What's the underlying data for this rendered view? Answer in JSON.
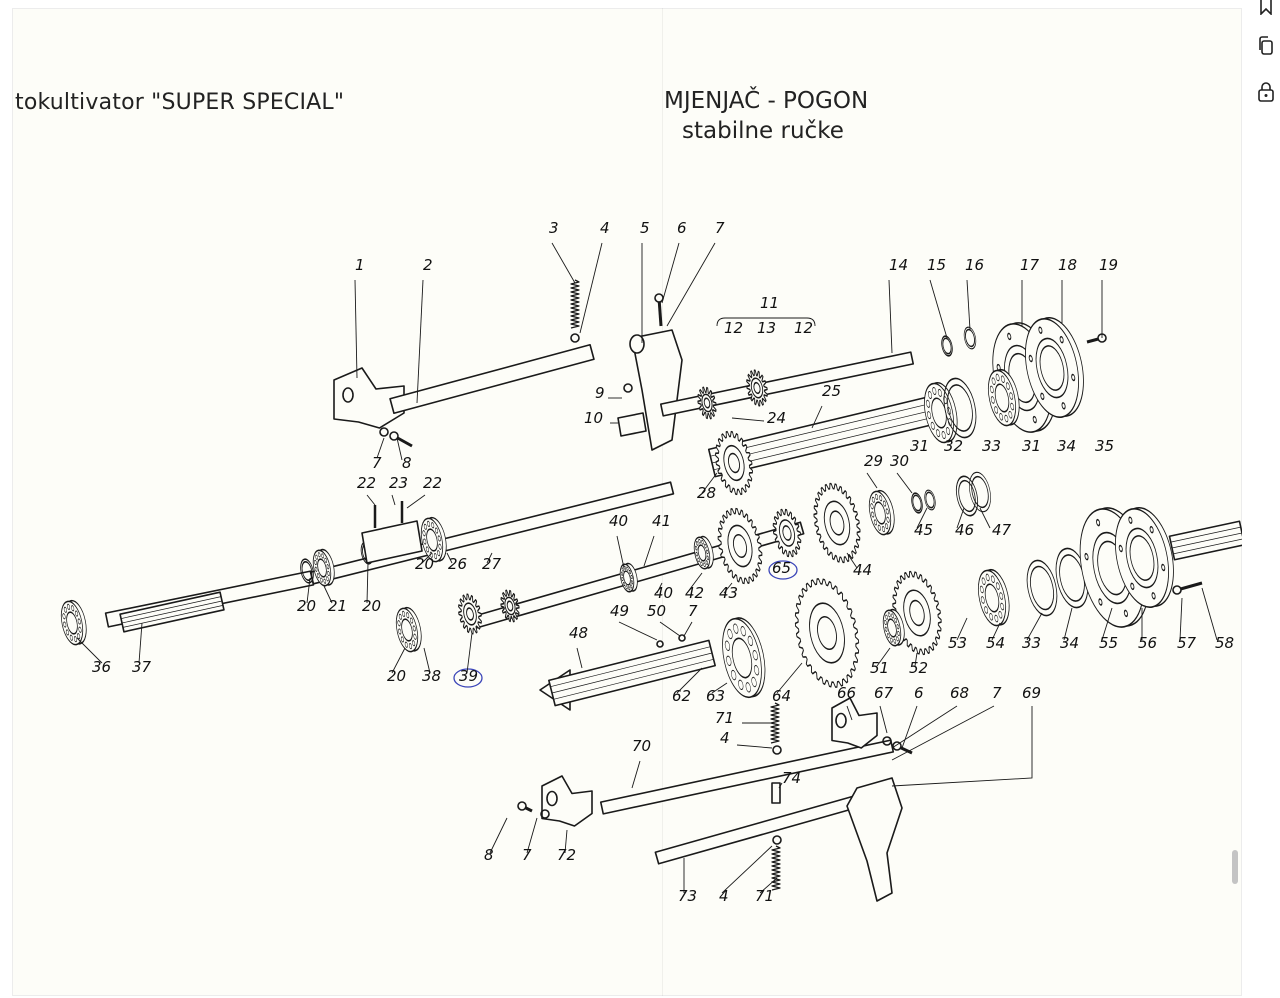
{
  "document": {
    "title_left": "tokultivator  \"SUPER  SPECIAL\"",
    "title_main": "MJENJAČ  -  POGON",
    "title_sub": "stabilne  ručke"
  },
  "colors": {
    "ink": "#1a1a1a",
    "paper": "#fdfdf8",
    "pen_circle": "#3b45b8"
  },
  "toolbar": {
    "tools": [
      {
        "icon": "bookmark-icon"
      },
      {
        "icon": "copy-icon"
      },
      {
        "icon": "lock-icon"
      }
    ]
  },
  "callouts": [
    {
      "label": "1"
    },
    {
      "label": "2"
    },
    {
      "label": "3"
    },
    {
      "label": "4"
    },
    {
      "label": "5"
    },
    {
      "label": "6"
    },
    {
      "label": "7"
    },
    {
      "label": "11"
    },
    {
      "label": "12"
    },
    {
      "label": "13"
    },
    {
      "label": "12"
    },
    {
      "label": "14"
    },
    {
      "label": "15"
    },
    {
      "label": "16"
    },
    {
      "label": "17"
    },
    {
      "label": "18"
    },
    {
      "label": "19"
    },
    {
      "label": "9"
    },
    {
      "label": "10"
    },
    {
      "label": "24"
    },
    {
      "label": "25"
    },
    {
      "label": "7"
    },
    {
      "label": "8"
    },
    {
      "label": "31"
    },
    {
      "label": "32"
    },
    {
      "label": "33"
    },
    {
      "label": "31"
    },
    {
      "label": "34"
    },
    {
      "label": "35"
    },
    {
      "label": "22"
    },
    {
      "label": "23"
    },
    {
      "label": "22"
    },
    {
      "label": "28"
    },
    {
      "label": "29"
    },
    {
      "label": "30"
    },
    {
      "label": "45"
    },
    {
      "label": "46"
    },
    {
      "label": "47"
    },
    {
      "label": "40"
    },
    {
      "label": "41"
    },
    {
      "label": "44"
    },
    {
      "label": "20"
    },
    {
      "label": "26"
    },
    {
      "label": "27"
    },
    {
      "label": "40"
    },
    {
      "label": "42"
    },
    {
      "label": "43"
    },
    {
      "label": "20"
    },
    {
      "label": "21"
    },
    {
      "label": "20"
    },
    {
      "label": "49"
    },
    {
      "label": "50"
    },
    {
      "label": "7"
    },
    {
      "label": "36"
    },
    {
      "label": "37"
    },
    {
      "label": "48"
    },
    {
      "label": "20"
    },
    {
      "label": "38"
    },
    {
      "label": "39"
    },
    {
      "label": "62"
    },
    {
      "label": "63"
    },
    {
      "label": "64"
    },
    {
      "label": "51"
    },
    {
      "label": "52"
    },
    {
      "label": "53"
    },
    {
      "label": "54"
    },
    {
      "label": "33"
    },
    {
      "label": "34"
    },
    {
      "label": "55"
    },
    {
      "label": "56"
    },
    {
      "label": "57"
    },
    {
      "label": "58"
    },
    {
      "label": "66"
    },
    {
      "label": "67"
    },
    {
      "label": "6"
    },
    {
      "label": "68"
    },
    {
      "label": "7"
    },
    {
      "label": "69"
    },
    {
      "label": "71"
    },
    {
      "label": "4"
    },
    {
      "label": "70"
    },
    {
      "label": "74"
    },
    {
      "label": "8"
    },
    {
      "label": "7"
    },
    {
      "label": "72"
    },
    {
      "label": "73"
    },
    {
      "label": "4"
    },
    {
      "label": "71"
    },
    {
      "label": "65"
    }
  ]
}
